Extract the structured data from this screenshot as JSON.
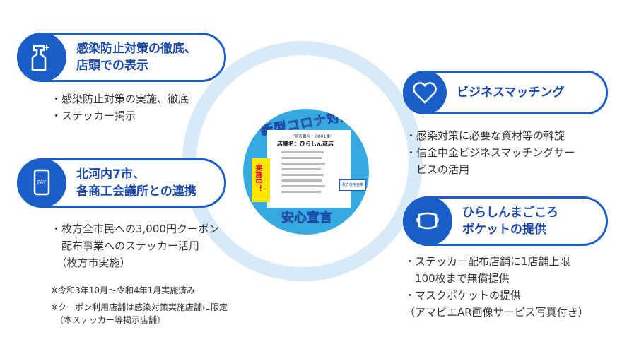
{
  "cards": {
    "infection": {
      "title": "感染防止対策の徹底、\n店頭での表示",
      "icon": "spray-bottle-icon",
      "items": [
        "・感染防止対策の実施、徹底",
        "・ステッカー掲示"
      ]
    },
    "region": {
      "title": "北河内7市、\n各商工会議所との連携",
      "icon": "smartphone-pay-icon",
      "items": [
        "・枚方全市民への3,000円クーポン\n　配布事業へのステッカー活用\n　（枚方市実施）"
      ],
      "notes": [
        "※令和3年10月〜令和4年1月実施済み",
        "※クーポン利用店舗は感染対策実施店舗に限定\n　（本ステッカー等掲示店舗）"
      ]
    },
    "business": {
      "title": "ビジネスマッチング",
      "icon": "handshake-heart-icon",
      "items": [
        "・感染対策に必要な資材等の斡旋",
        "・信金中金ビジネスマッチングサー\n　ビスの活用"
      ]
    },
    "pocket": {
      "title": "ひらしんまごころ\nポケットの提供",
      "icon": "face-mask-icon",
      "items": [
        "・ステッカー配布店舗に1店舗上限\n　100枚まで無償提供",
        "・マスクポケットの提供\n（アマビエAR画像サービス写真付き）"
      ]
    }
  },
  "sticker": {
    "headline": "新型コロナ対策",
    "footer": "安心宣言",
    "registration": "（宣言番号：0001番）",
    "shop_name": "店舗名：ひらしん商店",
    "vertical": "実施中！",
    "logo": "枚方信用金庫"
  },
  "colors": {
    "primary": "#1a5fc8",
    "title": "#1a47a8",
    "ring": "#d8e9f7",
    "sticker": "#37a9e1"
  }
}
